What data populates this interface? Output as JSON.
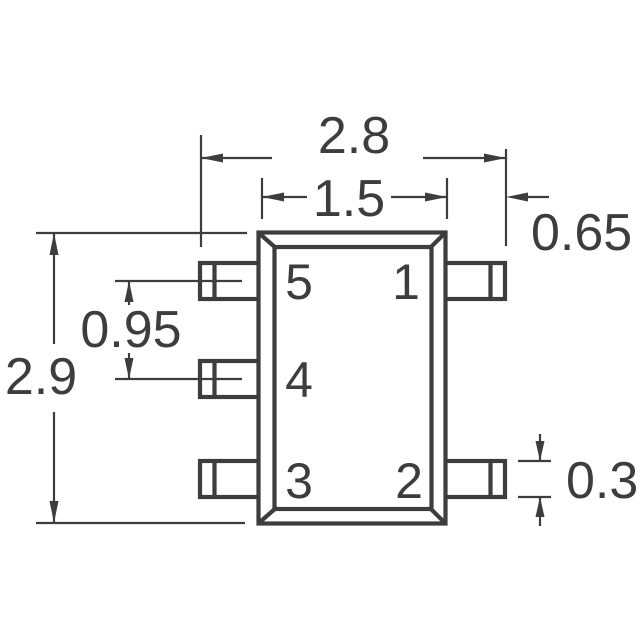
{
  "drawing": {
    "colors": {
      "stroke": "#3d3d3d",
      "background": "#ffffff"
    },
    "dimensions": {
      "lead_span": "2.8",
      "body_width": "1.5",
      "lead_length": "0.65",
      "lead_pitch": "0.95",
      "body_length": "2.9",
      "lead_width": "0.3"
    },
    "pins": [
      {
        "number": "1"
      },
      {
        "number": "2"
      },
      {
        "number": "3"
      },
      {
        "number": "4"
      },
      {
        "number": "5"
      }
    ]
  }
}
